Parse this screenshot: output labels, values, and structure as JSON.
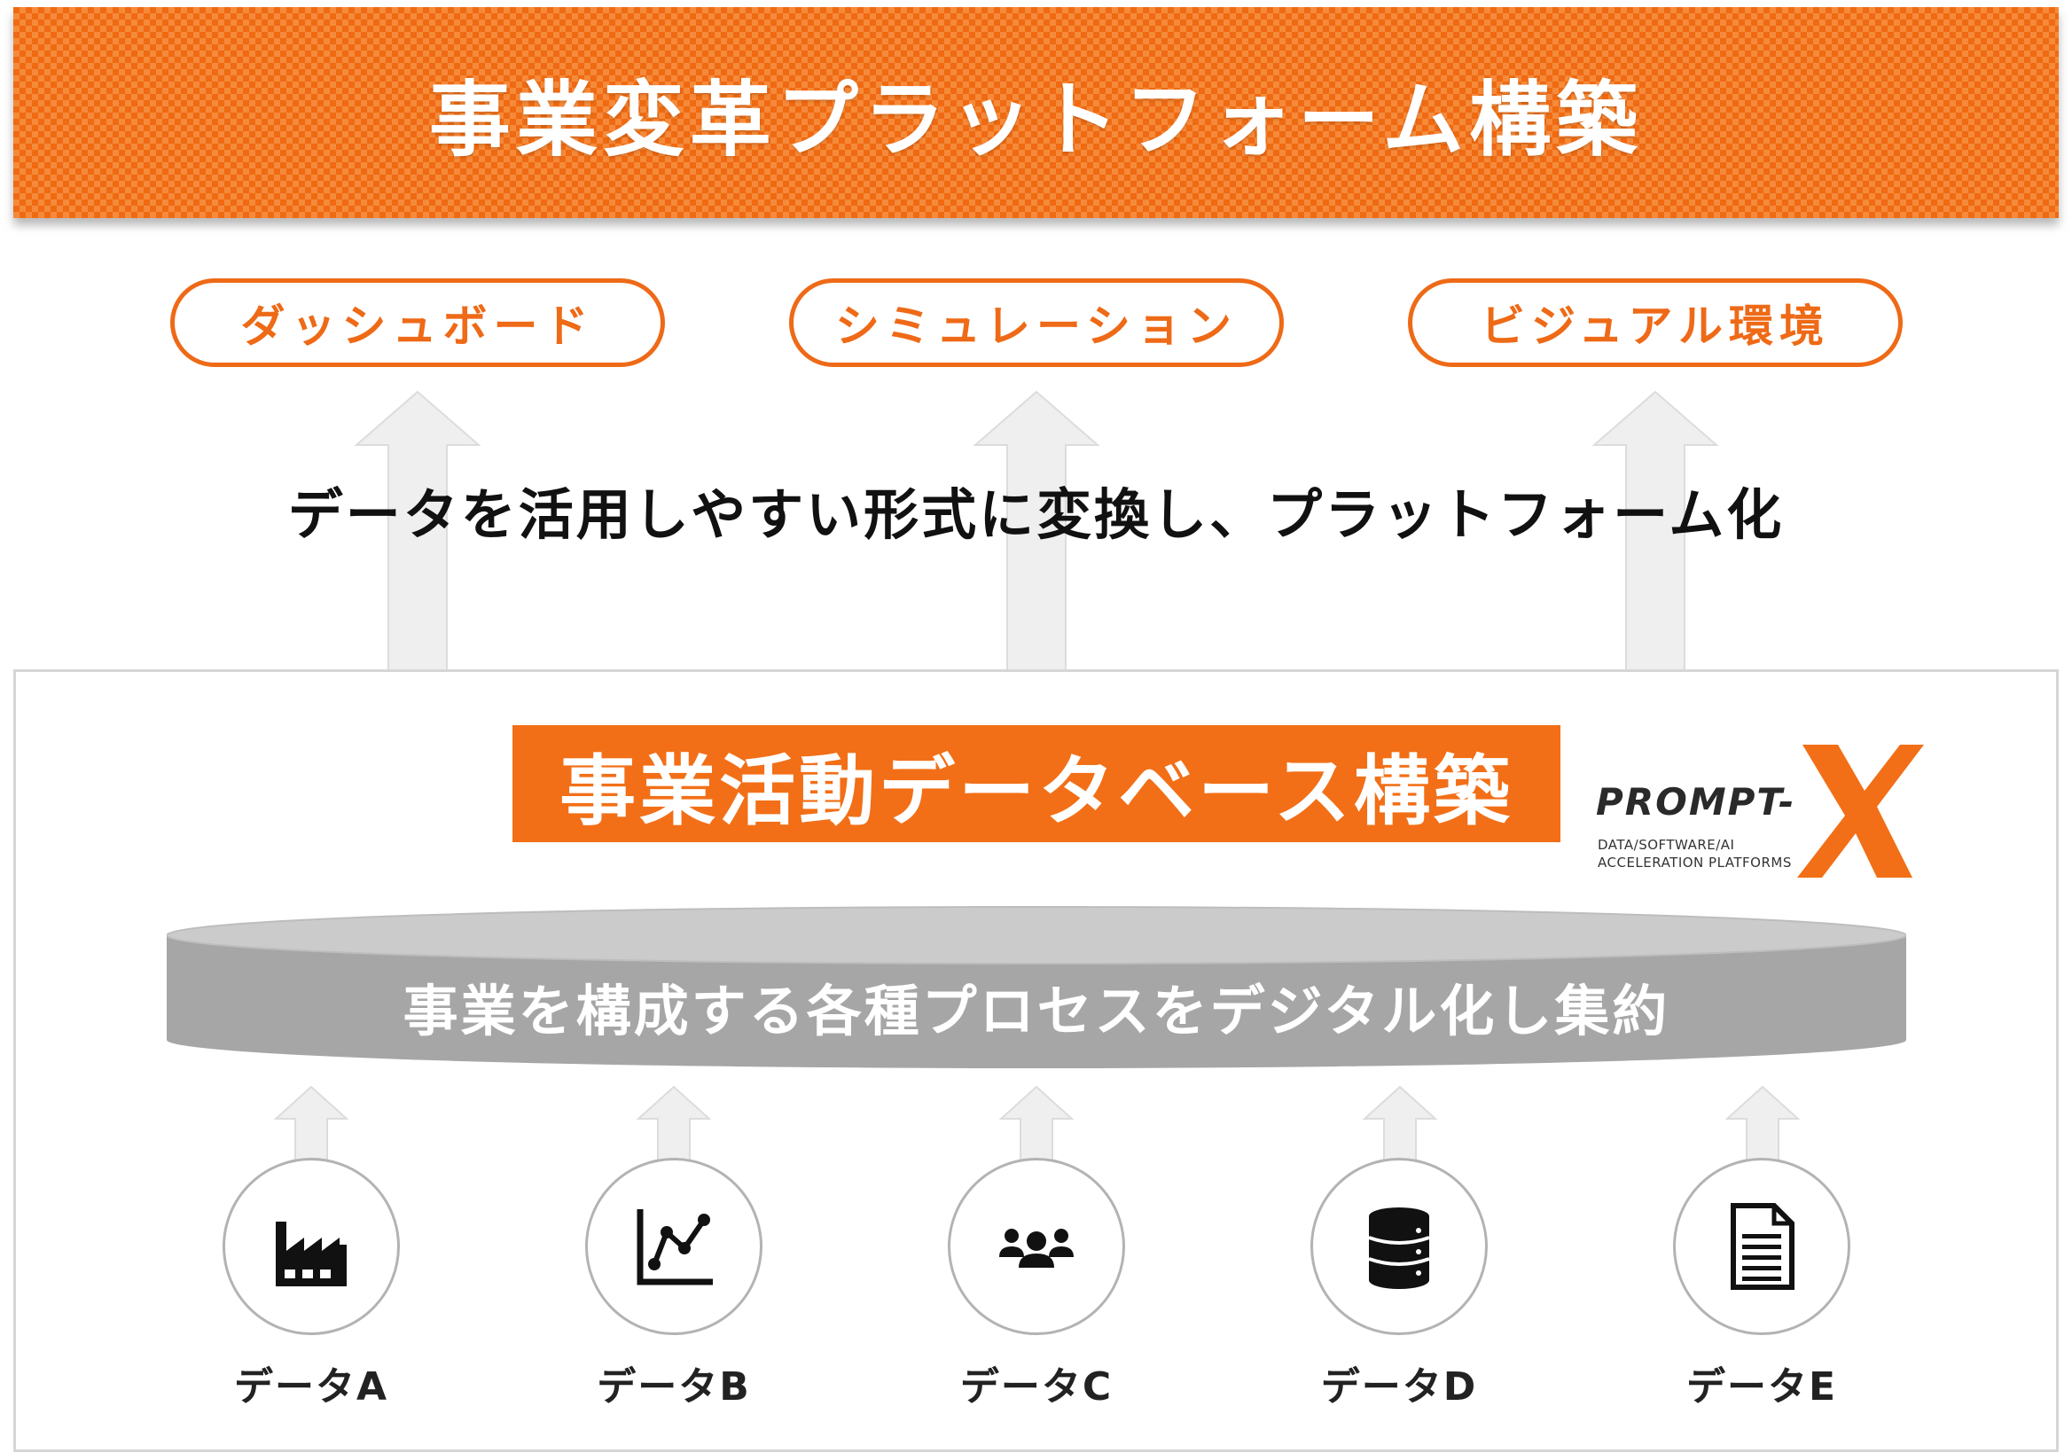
{
  "header": {
    "title": "事業変革プラットフォーム構築"
  },
  "features": [
    {
      "label": "ダッシュボード"
    },
    {
      "label": "シミュレーション"
    },
    {
      "label": "ビジュアル環境"
    }
  ],
  "middle": {
    "caption": "データを活用しやすい形式に変換し、プラットフォーム化"
  },
  "database": {
    "title": "事業活動データベース構築",
    "cylinder_text": "事業を構成する各種プロセスをデジタル化し集約"
  },
  "logo": {
    "name": "PROMPT-",
    "mark": "X",
    "subtitle_line1": "DATA/SOFTWARE/AI",
    "subtitle_line2": "ACCELERATION PLATFORMS"
  },
  "sources": [
    {
      "label": "データA",
      "icon": "factory-icon"
    },
    {
      "label": "データB",
      "icon": "line-chart-icon"
    },
    {
      "label": "データC",
      "icon": "people-group-icon"
    },
    {
      "label": "データD",
      "icon": "database-icon"
    },
    {
      "label": "データE",
      "icon": "document-icon"
    }
  ],
  "colors": {
    "accent": "#f26f17",
    "banner": "#f2741c",
    "cylinder": "#a8a8a8",
    "arrow": "#efefef"
  }
}
